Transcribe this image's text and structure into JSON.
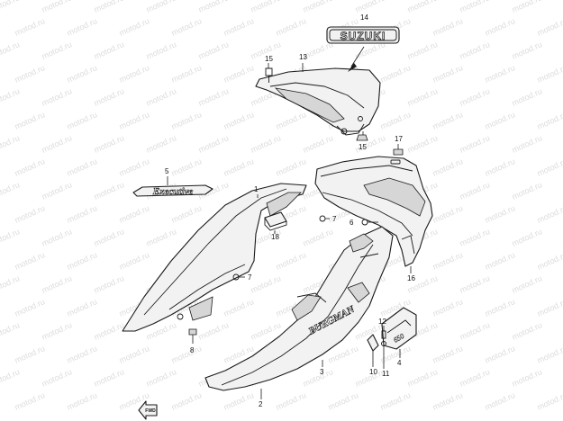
{
  "watermark": "motod.ru",
  "emblems": {
    "brand_badge": "SUZUKI",
    "side_script": "Executive",
    "cowl_script": "BURGMAN",
    "lid_script": "650"
  },
  "forward_arrow_label": "FWD",
  "callouts": [
    "1",
    "2",
    "3",
    "4",
    "5",
    "6",
    "7",
    "7",
    "8",
    "10",
    "11",
    "12",
    "13",
    "14",
    "15",
    "15",
    "16",
    "17",
    "18"
  ],
  "colors": {
    "line": "#1a1a1a",
    "fill": "#f2f2f2",
    "watermark": "#dcdcdc"
  }
}
